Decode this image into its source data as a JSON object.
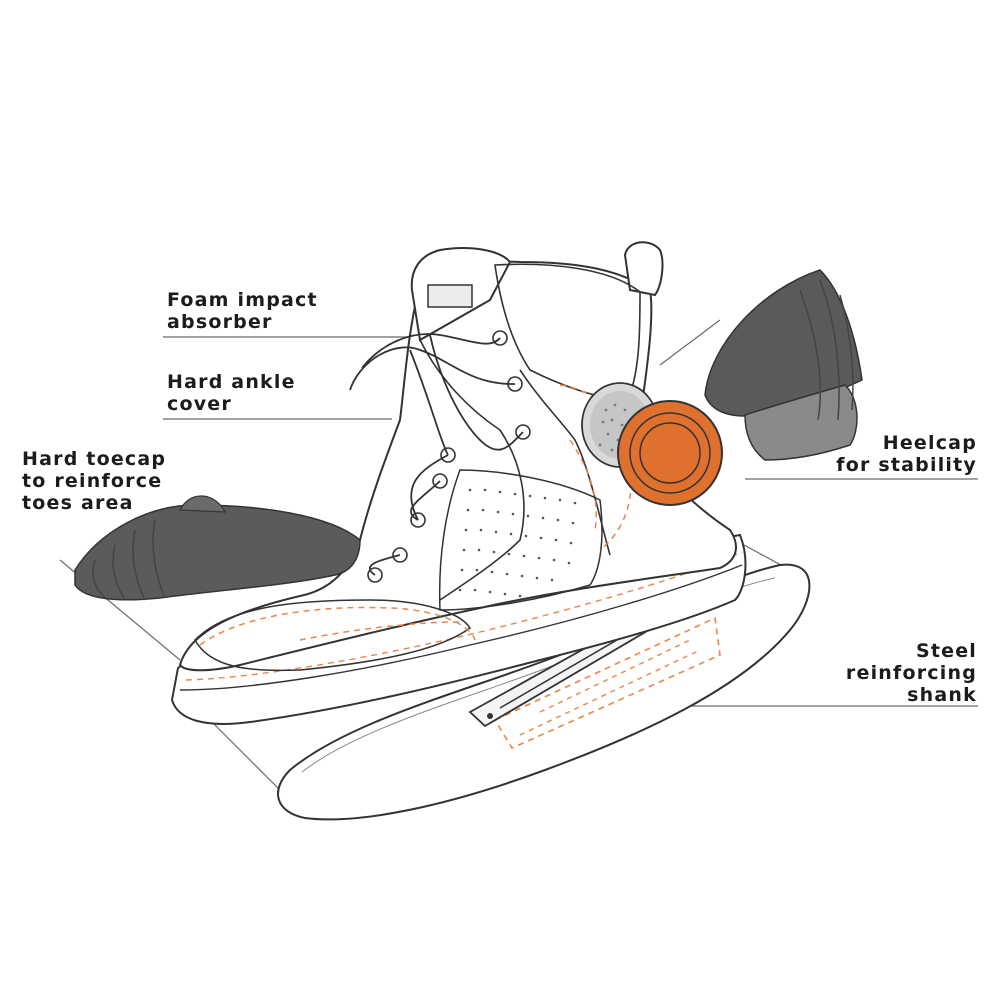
{
  "colors": {
    "accent_orange": "#e0702e",
    "dark_gray": "#5a5a5a",
    "mid_gray": "#8a8a8a",
    "outline": "#333333",
    "stitch_orange": "#e9864a"
  },
  "callouts": {
    "foam": {
      "lines": [
        "Foam impact",
        "absorber"
      ]
    },
    "ankle": {
      "lines": [
        "Hard ankle",
        "cover"
      ]
    },
    "toe": {
      "lines": [
        "Hard toecap",
        "to reinforce",
        "toes area"
      ]
    },
    "heel": {
      "lines": [
        "Heelcap",
        "for stability"
      ]
    },
    "steel": {
      "lines": [
        "Steel",
        "reinforcing",
        "shank"
      ]
    }
  }
}
